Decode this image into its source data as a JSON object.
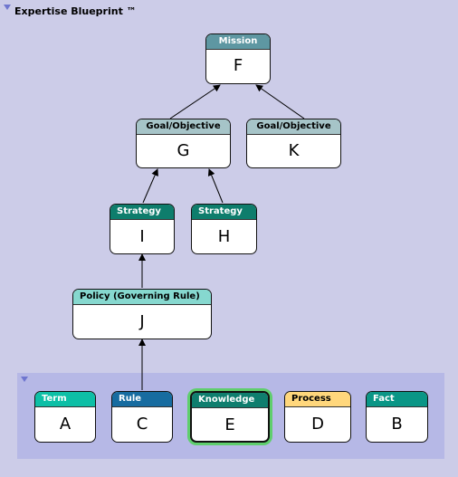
{
  "panel": {
    "title": "Expertise Blueprint ™"
  },
  "colors": {
    "mission": "#5e97a2",
    "goal": "#a6c4c8",
    "strategy": "#0e7d6c",
    "policy": "#86d8cf",
    "term": "#0dbfa6",
    "rule": "#176ca0",
    "knowledge": "#0f7e6e",
    "process": "#ffd77c",
    "fact": "#0a9686",
    "selection": "#5fce6d"
  },
  "nodes": {
    "mission": {
      "type": "Mission",
      "label": "F"
    },
    "goal_g": {
      "type": "Goal/Objective",
      "label": "G"
    },
    "goal_k": {
      "type": "Goal/Objective",
      "label": "K"
    },
    "strat_i": {
      "type": "Strategy",
      "label": "I"
    },
    "strat_h": {
      "type": "Strategy",
      "label": "H"
    },
    "policy": {
      "type": "Policy (Governing Rule)",
      "label": "J"
    }
  },
  "tray": {
    "term": {
      "type": "Term",
      "label": "A"
    },
    "rule": {
      "type": "Rule",
      "label": "C"
    },
    "knowledge": {
      "type": "Knowledge",
      "label": "E",
      "selected": true
    },
    "process": {
      "type": "Process",
      "label": "D"
    },
    "fact": {
      "type": "Fact",
      "label": "B"
    }
  }
}
